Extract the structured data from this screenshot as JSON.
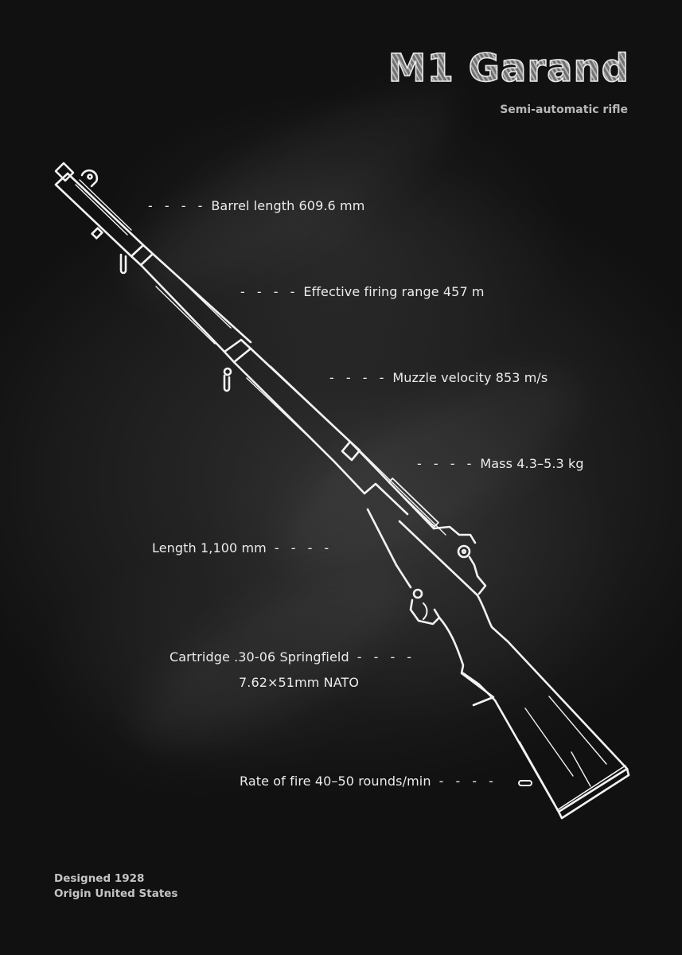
{
  "header": {
    "title": "M1 Garand",
    "subtitle": "Semi-automatic rifle"
  },
  "specs": {
    "dash": "- - - -",
    "barrel_length": "Barrel length 609.6 mm",
    "effective_range": "Effective firing range 457 m",
    "muzzle_velocity": "Muzzle velocity 853 m/s",
    "mass": "Mass 4.3–5.3 kg",
    "length": "Length 1,100 mm",
    "cartridge_line1": "Cartridge .30-06 Springfield",
    "cartridge_line2": "7.62×51mm NATO",
    "rate_of_fire": "Rate of fire 40–50 rounds/min"
  },
  "footer": {
    "designed": "Designed 1928",
    "origin": "Origin United States"
  },
  "colors": {
    "background": "#1e1e1e",
    "chalk": "#f0f0f0",
    "subtitle": "#b8b8b8"
  },
  "illustration": {
    "subject": "rifle-outline-icon"
  }
}
